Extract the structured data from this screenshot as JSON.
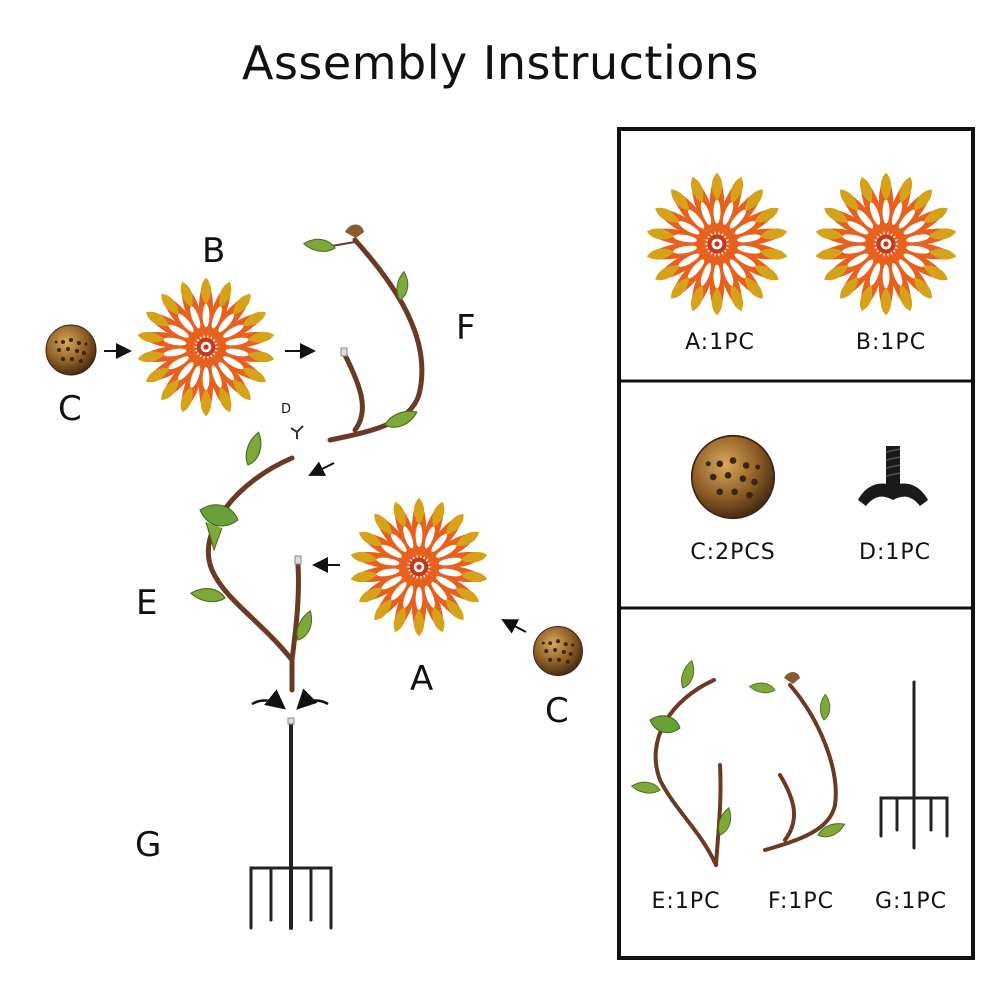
{
  "title": "Assembly Instructions",
  "diagram_labels": {
    "a": "A",
    "b": "B",
    "c_left": "C",
    "c_right": "C",
    "d": "D",
    "e": "E",
    "f": "F",
    "g": "G"
  },
  "parts_list": {
    "a": "A:1PC",
    "b": "B:1PC",
    "c": "C:2PCS",
    "d": "D:1PC",
    "e": "E:1PC",
    "f": "F:1PC",
    "g": "G:1PC"
  },
  "colors": {
    "petal_orange": "#e8601e",
    "petal_yellow": "#d6a21a",
    "petal_white": "#ffffff",
    "stem_brown": "#6b3a22",
    "leaf_green": "#7fa83a",
    "cap_bronze": "#8a5a24",
    "stake_black": "#222222",
    "frame": "#111111"
  }
}
